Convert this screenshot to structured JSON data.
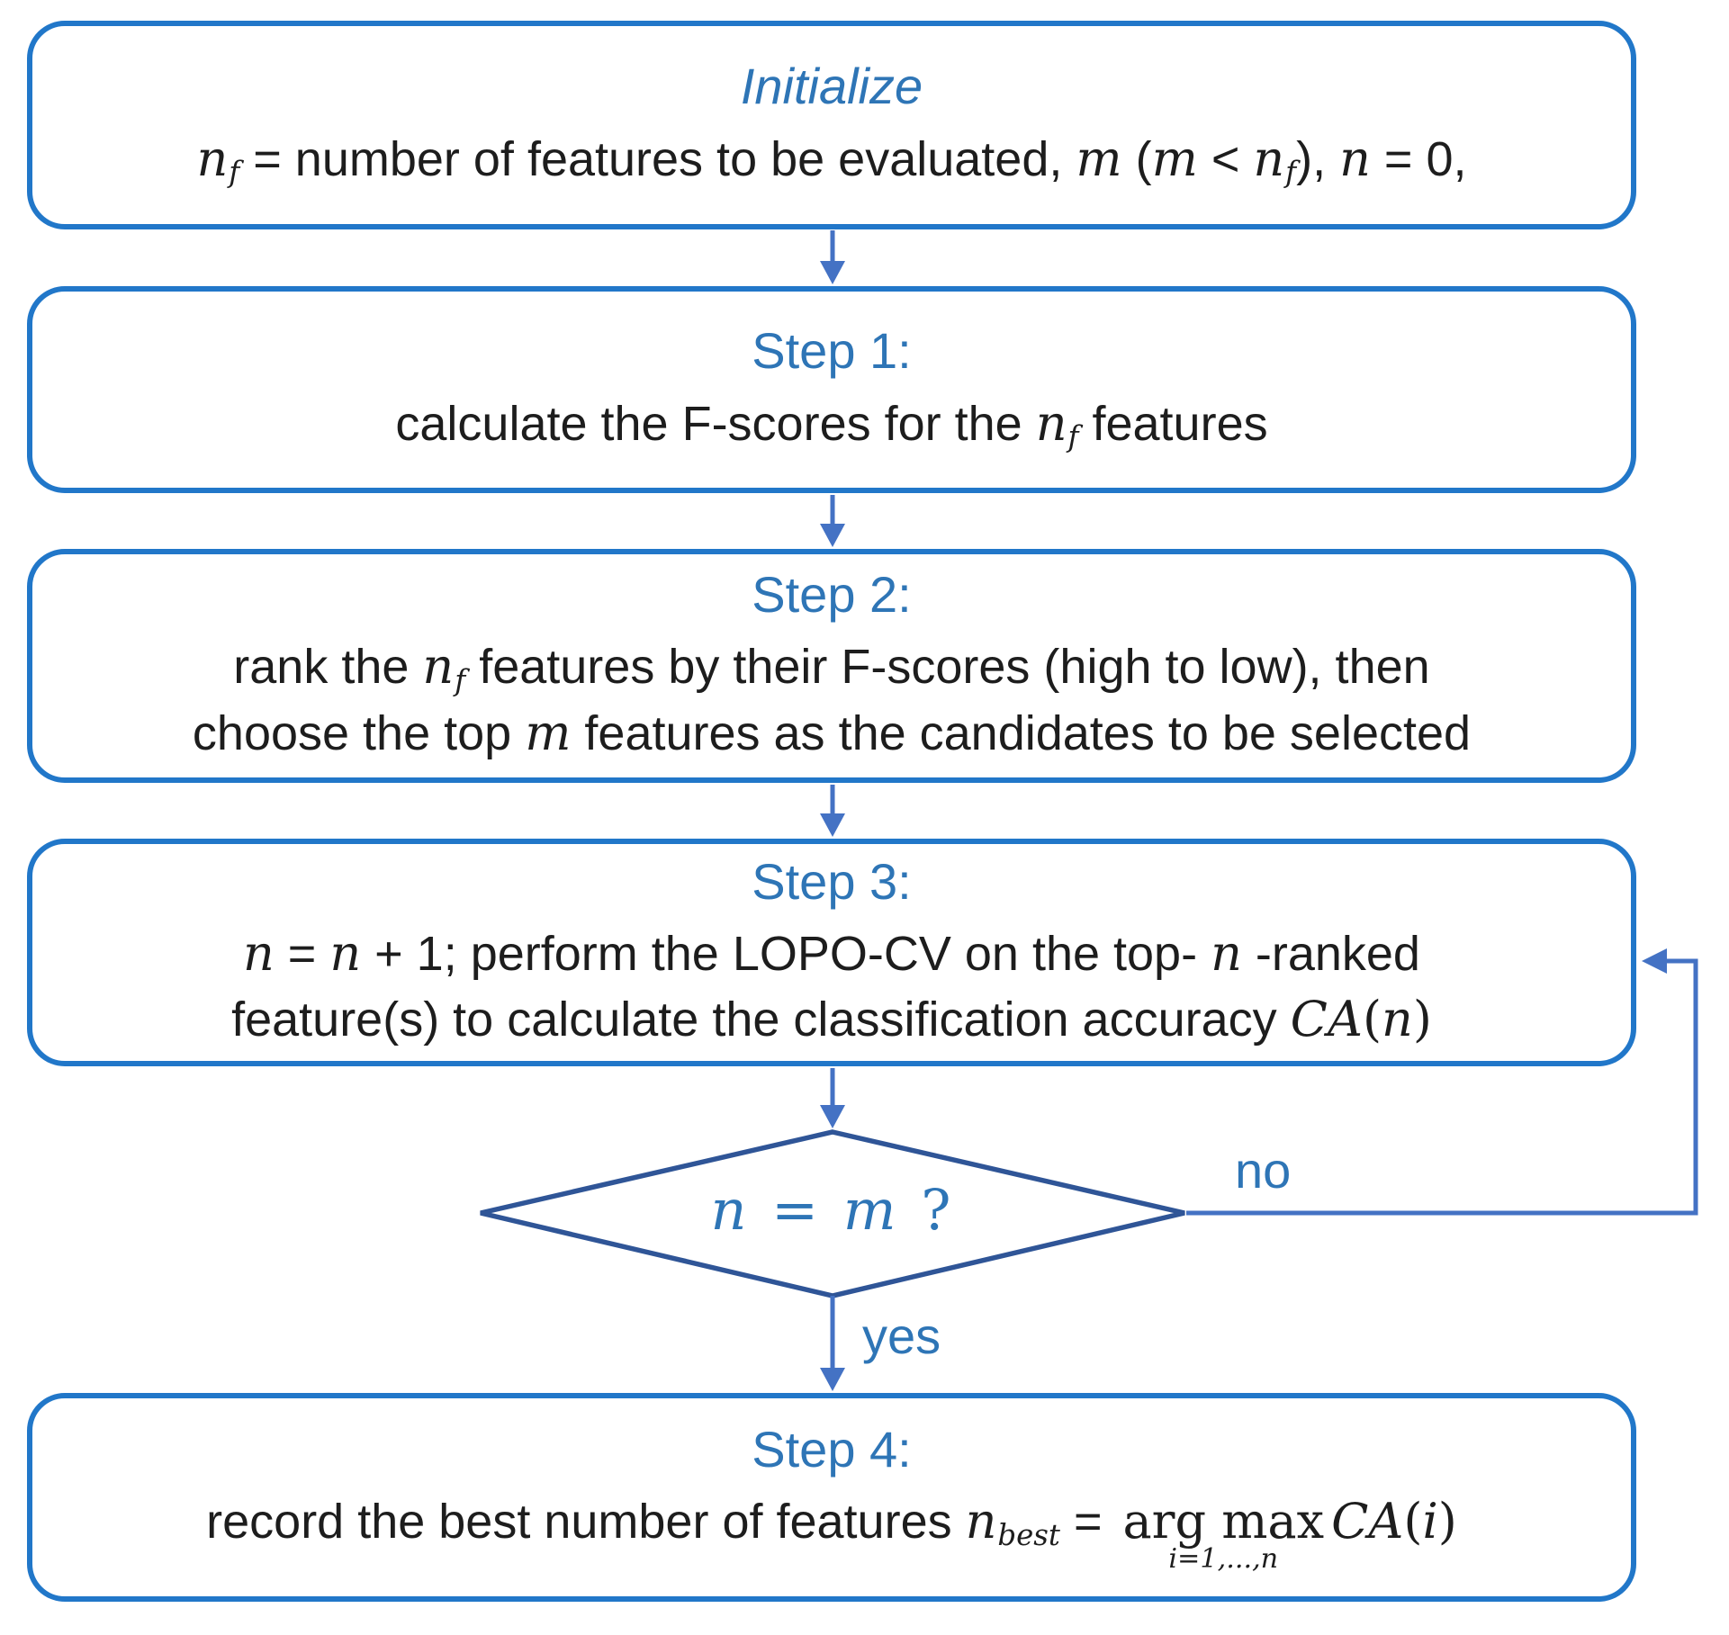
{
  "colors": {
    "box_border": "#2177c9",
    "connector": "#4472c4",
    "diamond_border": "#2f5597",
    "heading_blue": "#2e75b6",
    "body_text": "#1d1d1d"
  },
  "nodes": {
    "initialize": {
      "title": "Initialize",
      "lines": [
        [
          {
            "t": "n",
            "s": "v"
          },
          {
            "t": "f",
            "s": "vs"
          },
          {
            "t": " = number of features to be evaluated, ",
            "s": "p"
          },
          {
            "t": "m",
            "s": "v"
          },
          {
            "t": " (",
            "s": "p"
          },
          {
            "t": "m",
            "s": "v"
          },
          {
            "t": " < ",
            "s": "p"
          },
          {
            "t": "n",
            "s": "v"
          },
          {
            "t": "f",
            "s": "vs"
          },
          {
            "t": "),  ",
            "s": "p"
          },
          {
            "t": "n",
            "s": "v"
          },
          {
            "t": " = 0,",
            "s": "p"
          }
        ]
      ]
    },
    "step1": {
      "title": "Step 1:",
      "lines": [
        [
          {
            "t": "calculate the F-scores for the ",
            "s": "p"
          },
          {
            "t": "n",
            "s": "v"
          },
          {
            "t": "f",
            "s": "vs"
          },
          {
            "t": " features",
            "s": "p"
          }
        ]
      ]
    },
    "step2": {
      "title": "Step 2:",
      "lines": [
        [
          {
            "t": "rank the ",
            "s": "p"
          },
          {
            "t": "n",
            "s": "v"
          },
          {
            "t": "f",
            "s": "vs"
          },
          {
            "t": " features by their F-scores (high to low), then",
            "s": "p"
          }
        ],
        [
          {
            "t": "choose the top ",
            "s": "p"
          },
          {
            "t": "m",
            "s": "v"
          },
          {
            "t": " features as the candidates to be selected",
            "s": "p"
          }
        ]
      ]
    },
    "step3": {
      "title": "Step 3:",
      "lines": [
        [
          {
            "t": "n",
            "s": "v"
          },
          {
            "t": " = ",
            "s": "p"
          },
          {
            "t": "n",
            "s": "v"
          },
          {
            "t": " + 1; perform the LOPO-CV on the top- ",
            "s": "p"
          },
          {
            "t": "n",
            "s": "v"
          },
          {
            "t": " -ranked",
            "s": "p"
          }
        ],
        [
          {
            "t": "feature(s) to calculate the classification accuracy ",
            "s": "p"
          },
          {
            "t": "CA",
            "s": "v"
          },
          {
            "t": "(",
            "s": "m"
          },
          {
            "t": "n",
            "s": "v"
          },
          {
            "t": ")",
            "s": "m"
          }
        ]
      ]
    },
    "step4": {
      "title": "Step 4:",
      "lines": [
        [
          {
            "t": "record the best number of features  ",
            "s": "p"
          },
          {
            "t": "n",
            "s": "v"
          },
          {
            "t": "best",
            "s": "vs"
          },
          {
            "t": " = ",
            "s": "p"
          },
          {
            "t": "arg max",
            "s": "argmax",
            "sub": "i=1,...,n"
          },
          {
            "t": "CA",
            "s": "v"
          },
          {
            "t": "(",
            "s": "m"
          },
          {
            "t": "i",
            "s": "v"
          },
          {
            "t": ")",
            "s": "m"
          }
        ]
      ]
    }
  },
  "decision": {
    "text": [
      {
        "t": "n",
        "s": "v"
      },
      {
        "t": " = ",
        "s": "m"
      },
      {
        "t": "m",
        "s": "v"
      },
      {
        "t": " ?",
        "s": "m"
      }
    ]
  },
  "labels": {
    "yes": "yes",
    "no": "no"
  }
}
